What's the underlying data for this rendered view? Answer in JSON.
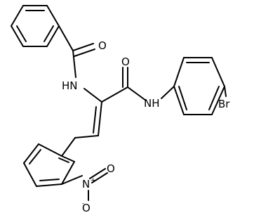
{
  "molecule": {
    "atoms": {
      "amide_o_top": "O",
      "nh_left": "HN",
      "amide_o_right": "O",
      "nh_right": "NH",
      "br": "Br",
      "nitro_o_top": "O",
      "nitro_n": "N",
      "nitro_n_charge": "+",
      "nitro_o_bottom": "O",
      "nitro_o_bottom_charge": "-"
    },
    "colors": {
      "bond": "#000000",
      "label": "#000000",
      "background": "#ffffff"
    }
  }
}
